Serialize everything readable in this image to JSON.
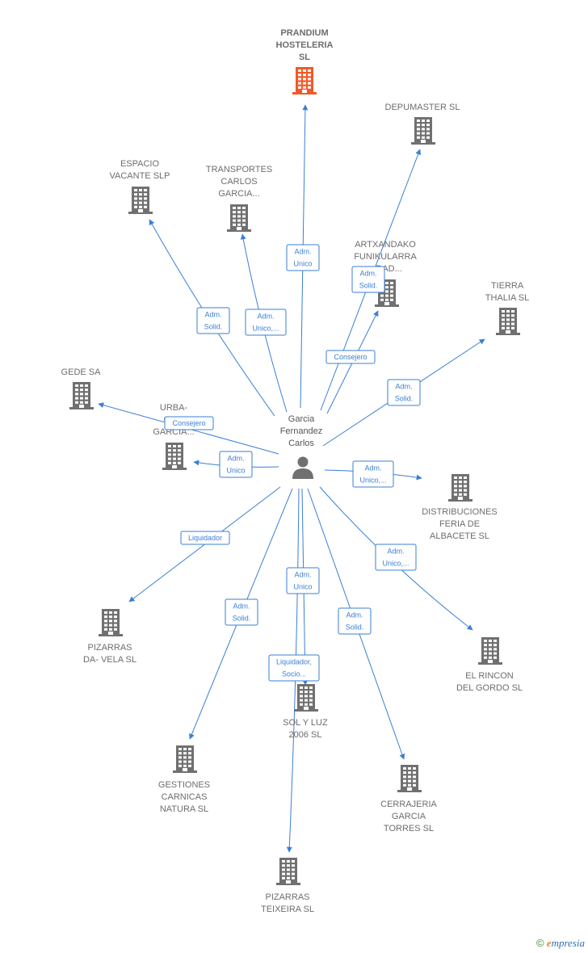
{
  "center": {
    "name_lines": [
      "Garcia",
      "Fernandez",
      "Carlos"
    ]
  },
  "colors": {
    "edge": "#3a7fd5",
    "building": "#707070",
    "main_building": "#f05a28",
    "person": "#707070"
  },
  "companies": [
    {
      "id": "prandium",
      "lines": [
        "PRANDIUM",
        "HOSTELERIA",
        "SL"
      ],
      "main": true
    },
    {
      "id": "depumaster",
      "lines": [
        "DEPUMASTER SL"
      ]
    },
    {
      "id": "espacio",
      "lines": [
        "ESPACIO",
        "VACANTE  SLP"
      ]
    },
    {
      "id": "transportes",
      "lines": [
        "TRANSPORTES",
        "CARLOS",
        "GARCIA..."
      ]
    },
    {
      "id": "artxandako",
      "lines": [
        "ARTXANDAKO",
        "FUNIKULARRA",
        "...DAD..."
      ]
    },
    {
      "id": "tierra",
      "lines": [
        "TIERRA",
        "THALIA  SL"
      ]
    },
    {
      "id": "gede",
      "lines": [
        "GEDE SA"
      ]
    },
    {
      "id": "urba",
      "lines": [
        "URBA-",
        "GE...",
        "GARCIA..."
      ]
    },
    {
      "id": "distribuciones",
      "lines": [
        "DISTRIBUCIONES",
        "FERIA DE",
        "ALBACETE  SL"
      ]
    },
    {
      "id": "pizarras_davela",
      "lines": [
        "PIZARRAS",
        "DA- VELA  SL"
      ]
    },
    {
      "id": "elrincon",
      "lines": [
        "EL RINCON",
        "DEL GORDO SL"
      ]
    },
    {
      "id": "solyluz",
      "lines": [
        "SOL Y LUZ",
        "2006 SL"
      ]
    },
    {
      "id": "gestiones",
      "lines": [
        "GESTIONES",
        "CARNICAS",
        "NATURA  SL"
      ]
    },
    {
      "id": "cerrajeria",
      "lines": [
        "CERRAJERIA",
        "GARCIA",
        "TORRES  SL"
      ]
    },
    {
      "id": "pizarras_teixeira",
      "lines": [
        "PIZARRAS",
        "TEIXEIRA  SL"
      ]
    }
  ],
  "relations": [
    {
      "to": "prandium",
      "role": [
        "Adm.",
        "Unico"
      ]
    },
    {
      "to": "depumaster",
      "role": [
        "Consejero"
      ]
    },
    {
      "to": "espacio",
      "role": [
        "Adm.",
        "Solid."
      ]
    },
    {
      "to": "transportes",
      "role": [
        "Adm.",
        "Unico,..."
      ]
    },
    {
      "to": "artxandako",
      "role": [
        "Adm.",
        "Solid."
      ]
    },
    {
      "to": "tierra",
      "role": [
        "Adm.",
        "Solid."
      ]
    },
    {
      "to": "gede",
      "role": [
        "Consejero"
      ]
    },
    {
      "to": "urba",
      "role": [
        "Adm.",
        "Unico"
      ]
    },
    {
      "to": "distribuciones",
      "role": [
        "Adm.",
        "Unico,..."
      ]
    },
    {
      "to": "pizarras_davela",
      "role": [
        "Liquidador"
      ]
    },
    {
      "to": "elrincon",
      "role": [
        "Adm.",
        "Unico,..."
      ]
    },
    {
      "to": "solyluz",
      "role": [
        "Adm.",
        "Unico"
      ]
    },
    {
      "to": "gestiones",
      "role": [
        "Adm.",
        "Solid."
      ]
    },
    {
      "to": "cerrajeria",
      "role": [
        "Adm.",
        "Solid."
      ]
    },
    {
      "to": "pizarras_teixeira",
      "role": [
        "Liquidador,",
        "Socio..."
      ]
    }
  ],
  "watermark": {
    "copyright": "©",
    "brand_initial": "e",
    "brand_rest": "mpresia"
  }
}
